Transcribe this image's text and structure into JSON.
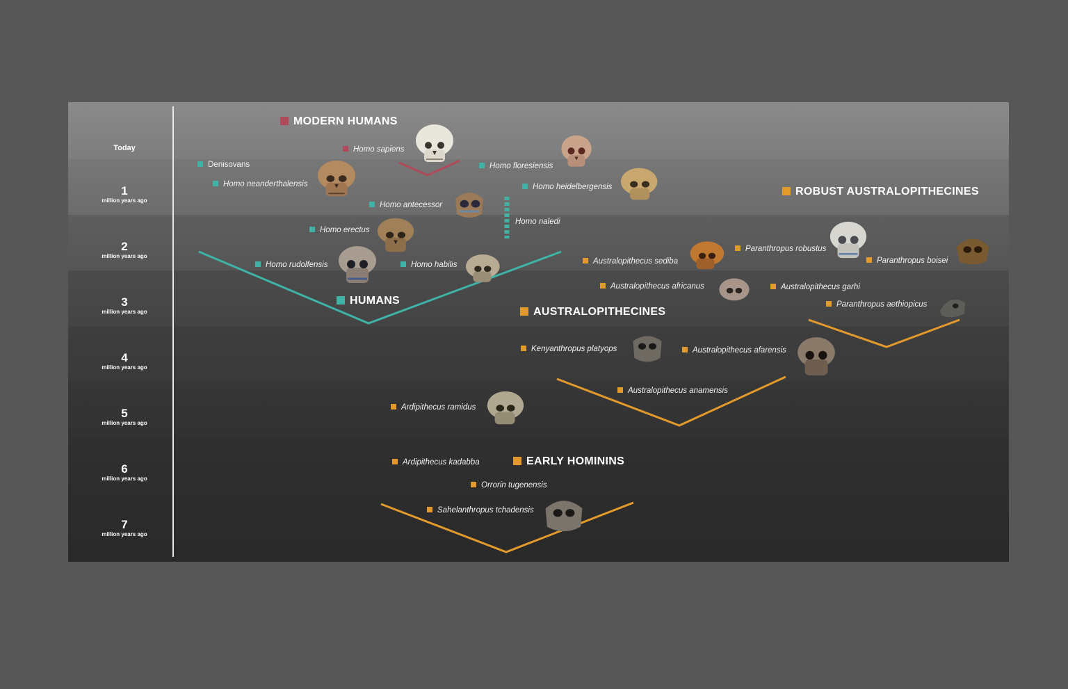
{
  "colors": {
    "humans": "#3fb3a6",
    "australopithecines": "#e39a2d",
    "modern_humans": "#b04a5a",
    "background": "#575757"
  },
  "timeline": {
    "today": "Today",
    "unit": "million years ago",
    "marks": [
      "1",
      "2",
      "3",
      "4",
      "5",
      "6",
      "7"
    ]
  },
  "groups": {
    "modern_humans": "MODERN HUMANS",
    "humans": "HUMANS",
    "australopithecines": "AUSTRALOPITHECINES",
    "robust_australopithecines": "ROBUST AUSTRALOPITHECINES",
    "early_hominins": "EARLY HOMININS"
  },
  "species": {
    "homo_sapiens": "Homo sapiens",
    "denisovans": "Denisovans",
    "homo_neanderthalensis": "Homo neanderthalensis",
    "homo_floresiensis": "Homo floresiensis",
    "homo_heidelbergensis": "Homo heidelbergensis",
    "homo_antecessor": "Homo antecessor",
    "homo_naledi": "Homo naledi",
    "homo_erectus": "Homo erectus",
    "homo_rudolfensis": "Homo rudolfensis",
    "homo_habilis": "Homo habilis",
    "australopithecus_sediba": "Australopithecus sediba",
    "paranthropus_robustus": "Paranthropus robustus",
    "paranthropus_boisei": "Paranthropus boisei",
    "australopithecus_africanus": "Australopithecus africanus",
    "australopithecus_garhi": "Australopithecus garhi",
    "paranthropus_aethiopicus": "Paranthropus aethiopicus",
    "kenyanthropus_platyops": "Kenyanthropus platyops",
    "australopithecus_afarensis": "Australopithecus afarensis",
    "australopithecus_anamensis": "Australopithecus anamensis",
    "ardipithecus_ramidus": "Ardipithecus ramidus",
    "ardipithecus_kadabba": "Ardipithecus kadabba",
    "orrorin_tugenensis": "Orrorin tugenensis",
    "sahelanthropus_tchadensis": "Sahelanthropus tchadensis"
  }
}
